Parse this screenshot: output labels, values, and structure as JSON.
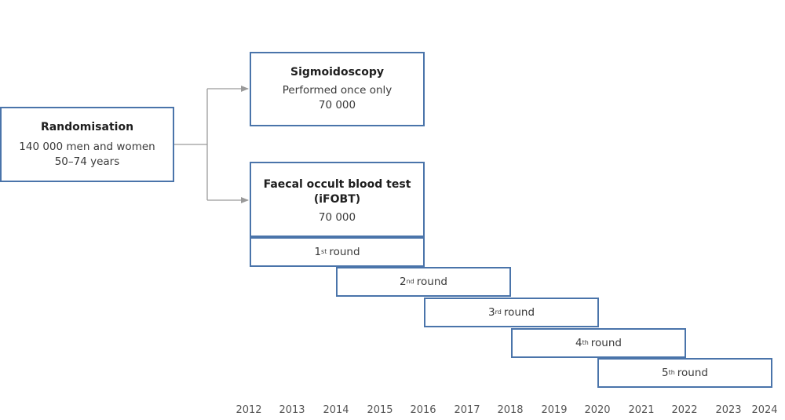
{
  "randomisation": {
    "title": "Randomisation",
    "line1": "140 000 men and women",
    "line2": "50–74 years"
  },
  "sigmoidoscopy": {
    "title": "Sigmoidoscopy",
    "line1": "Performed once only",
    "line2": "70 000"
  },
  "fobt": {
    "title_line1": "Faecal occult blood test",
    "title_line2": "(iFOBT)",
    "count": "70 000"
  },
  "rounds": [
    {
      "num": "1",
      "sup": "st",
      "label": "round"
    },
    {
      "num": "2",
      "sup": "nd",
      "label": "round"
    },
    {
      "num": "3",
      "sup": "rd",
      "label": "round"
    },
    {
      "num": "4",
      "sup": "th",
      "label": "round"
    },
    {
      "num": "5",
      "sup": "th",
      "label": "round"
    }
  ],
  "years": [
    "2012",
    "2013",
    "2014",
    "2015",
    "2016",
    "2017",
    "2018",
    "2019",
    "2020",
    "2021",
    "2022",
    "2023",
    "2024"
  ],
  "colors": {
    "box_border": "#4a74aa",
    "arrow": "#9a9a9a"
  }
}
